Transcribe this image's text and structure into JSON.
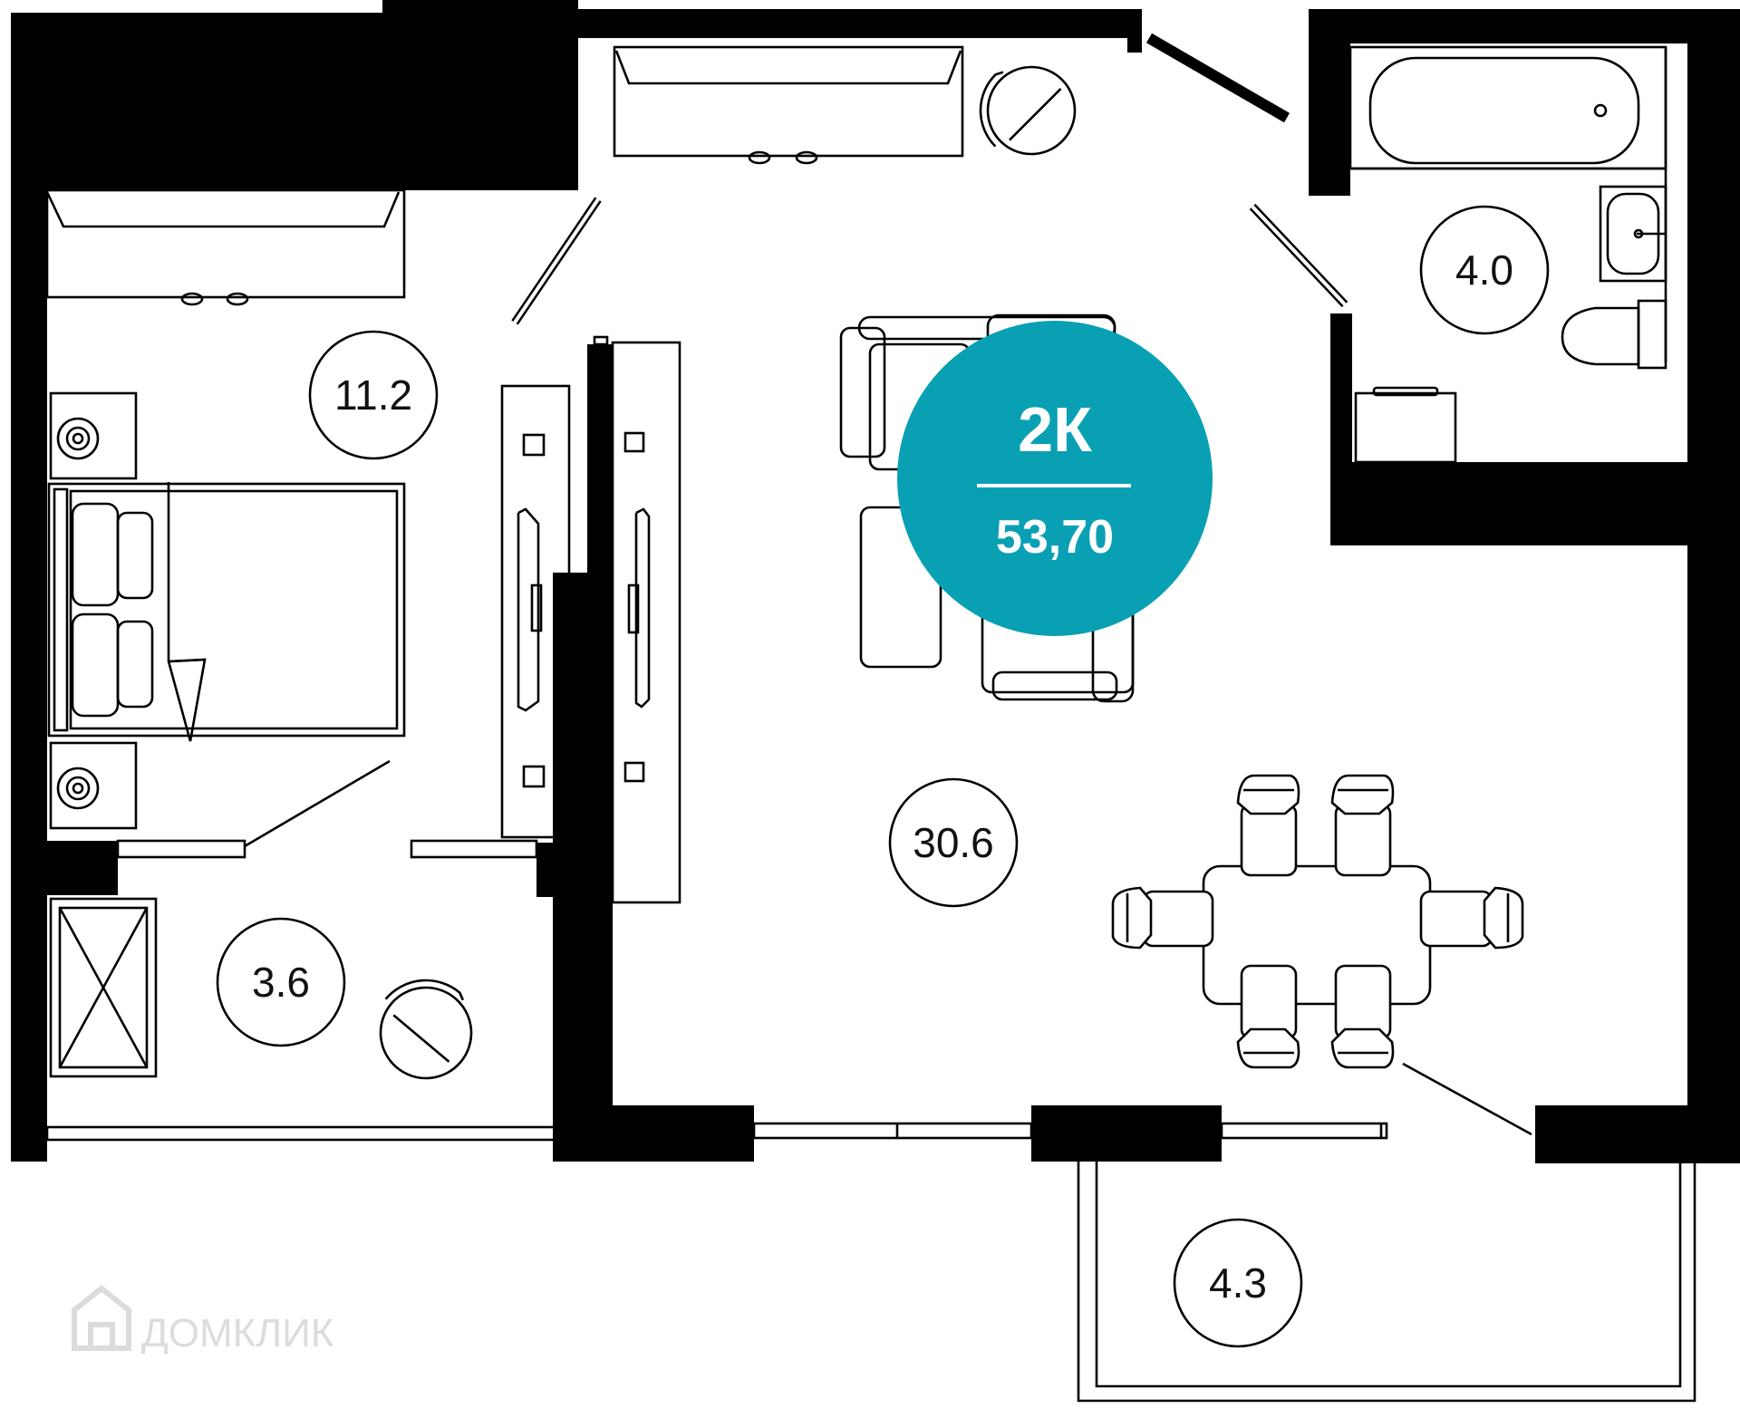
{
  "plan": {
    "badge": {
      "rooms_label": "2К",
      "total_area": "53,70",
      "color": "#0aa0b4"
    },
    "rooms": [
      {
        "id": "bedroom",
        "area": "11.2"
      },
      {
        "id": "living-kitchen",
        "area": "30.6"
      },
      {
        "id": "bathroom",
        "area": "4.0"
      },
      {
        "id": "hallway",
        "area": "3.6"
      },
      {
        "id": "balcony",
        "area": "4.3"
      }
    ],
    "watermark": {
      "text": "ДОМКЛИК",
      "icon": "house-icon"
    }
  }
}
